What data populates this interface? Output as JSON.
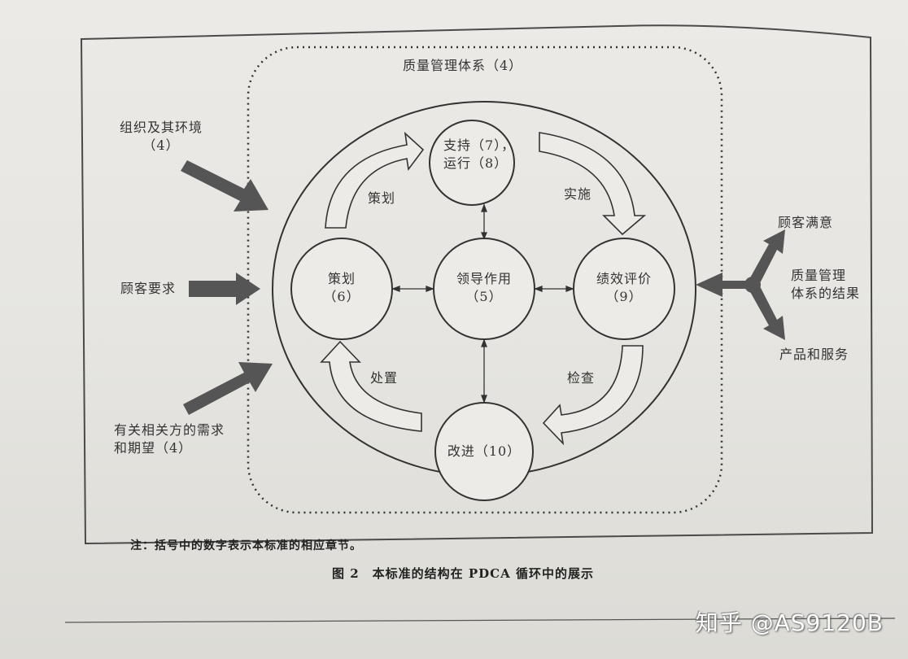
{
  "diagram": {
    "system_title": "质量管理体系（4）",
    "inputs": {
      "organization": [
        "组织及其环境",
        "（4）"
      ],
      "customer_requirements": "顾客要求",
      "interested_parties": [
        "有关相关方的需求",
        "和期望（4）"
      ]
    },
    "nodes": {
      "support_operation": [
        "支持（7），",
        "运行（8）"
      ],
      "planning": [
        "策划",
        "（6）"
      ],
      "leadership": [
        "领导作用",
        "（5）"
      ],
      "performance": [
        "绩效评价",
        "（9）"
      ],
      "improvement": "改进（10）"
    },
    "cycle_labels": {
      "plan": "策划",
      "do": "实施",
      "check": "检查",
      "act": "处置"
    },
    "outputs": {
      "customer_satisfaction": "顾客满意",
      "results": [
        "质量管理",
        "体系的结果"
      ],
      "products_services": "产品和服务"
    }
  },
  "note": "注：括号中的数字表示本标准的相应章节。",
  "caption": "图 2　本标准的结构在 PDCA 循环中的展示",
  "watermark": "知乎 @AS9120B"
}
